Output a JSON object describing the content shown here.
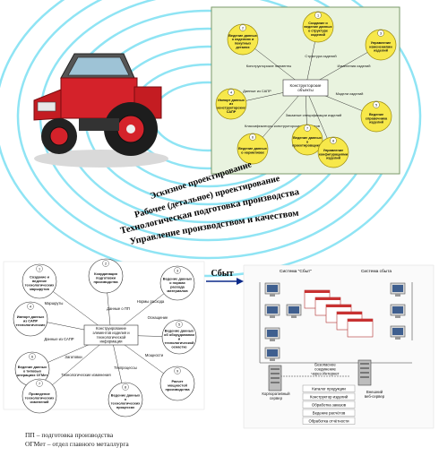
{
  "bands": [
    "Эскизное проектирование",
    "Рабочее (детальное) проектирование",
    "Технологическая подготовка производства",
    "Управление производством и качеством"
  ],
  "sales_label": "Сбыт",
  "top_diagram": {
    "center": "Конструкторские объекты",
    "nodes": [
      "Создание и ведение данных о структуре изделий",
      "Ведение данных о изделиях и покупных деталях",
      "Управление изменениями изделий",
      "Импорт данных из конструкторских САПР",
      "Ведение справочника изделий",
      "Ведение данных о нормативах",
      "Ведение данных о проектировщиках",
      "Управление конфигурациями изделий"
    ],
    "edges": [
      "Конструкторские элементы",
      "Структура изделий",
      "Изменения изделий",
      "Данные из САПР",
      "Модели изделий",
      "Заказные спецификации изделий",
      "Классификаторы конструкторских элементов"
    ]
  },
  "bottom_diagram": {
    "center": "Конструирование элементов изделия и технологической информации",
    "nodes": [
      "Создание и ведение технологических маршрутов",
      "Координация подготовки производства",
      "Ведение данных о нормах расхода материалов",
      "Импорт данных из САПР технологических",
      "Ведение данных об оборудовании и технологической оснастке",
      "Ведение данных о типовых операциях ОГМет",
      "Проведение технологических изменений",
      "Ведение данных о технологических процессах",
      "Расчет мощностей производства"
    ],
    "edges": [
      "Маршруты",
      "Данные о ПП",
      "Нормы расхода",
      "Данные из САПР",
      "Оснащение",
      "Загатовки",
      "Мощности",
      "Технологические изменения",
      "Техпроцессы"
    ]
  },
  "network": {
    "labels": [
      "Система \"Сбыт\"",
      "Система сбыта",
      "Корпоративный сервер",
      "Безопасное соединение через Интернет",
      "Внешний веб-сервер"
    ],
    "menu": [
      "Каталог продукции",
      "Конструктор изделий",
      "Обработка заказов",
      "Ведение расчётов",
      "Обработка отчётности"
    ]
  },
  "footnotes": [
    "ПП – подготовка производства",
    "ОГМет – отдел главного металлурга"
  ],
  "colors": {
    "ring": "#8fe4f4",
    "node_fill": "#f7e84a",
    "node_stroke": "#9a8a10",
    "diagram_bg": "#e9f3df",
    "tractor_red": "#d4222a",
    "band_text": "#000000"
  }
}
